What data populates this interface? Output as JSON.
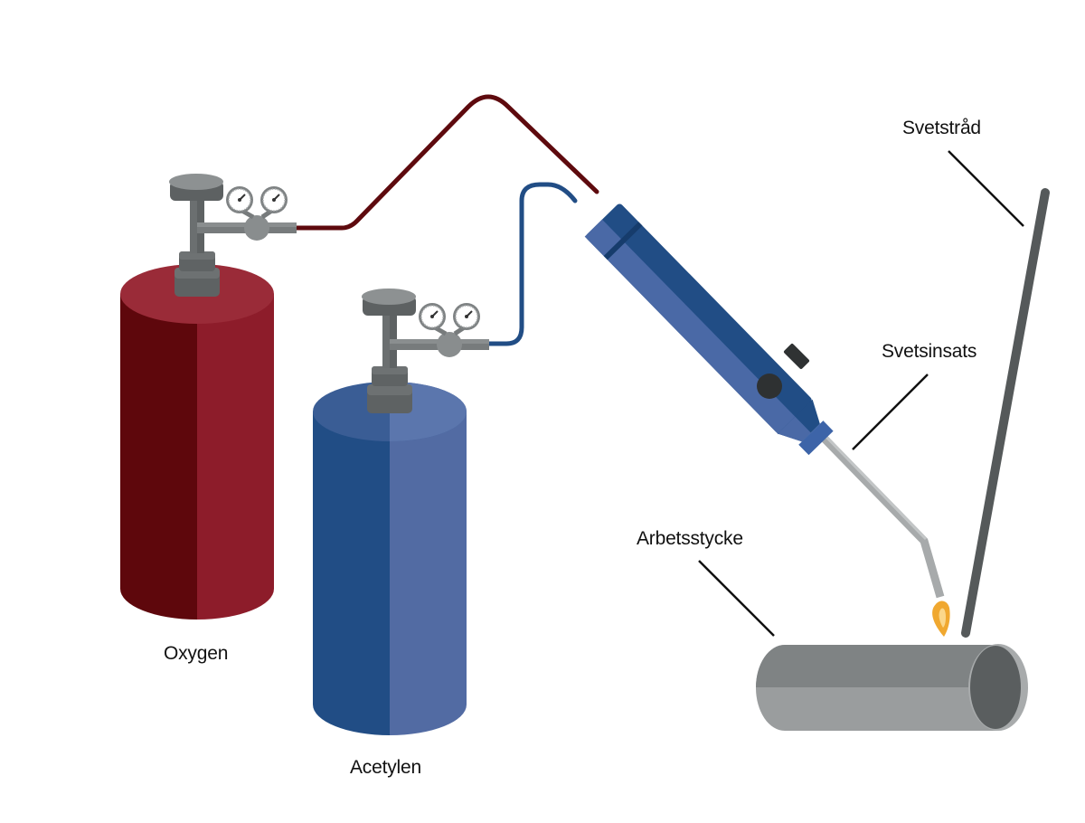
{
  "labels": {
    "oxygen": "Oxygen",
    "acetylene": "Acetylen",
    "filler_rod": "Svetstråd",
    "torch_tip": "Svetsinsats",
    "workpiece": "Arbetsstycke"
  },
  "colors": {
    "oxygen_cylinder_dark": "#5e070c",
    "oxygen_cylinder_light": "#8d1c2a",
    "acetylene_cylinder_dark": "#214d85",
    "acetylene_cylinder_light": "#526ba3",
    "oxygen_hose": "#5e0a0e",
    "acetylene_hose": "#214d85",
    "valve_grey": "#777b7c",
    "workpiece_grey": "#8a8d8e",
    "flame": "#f0a830"
  },
  "icons": {
    "gauge": "pressure-gauge-icon",
    "valve": "cylinder-valve-icon",
    "flame": "flame-icon"
  }
}
